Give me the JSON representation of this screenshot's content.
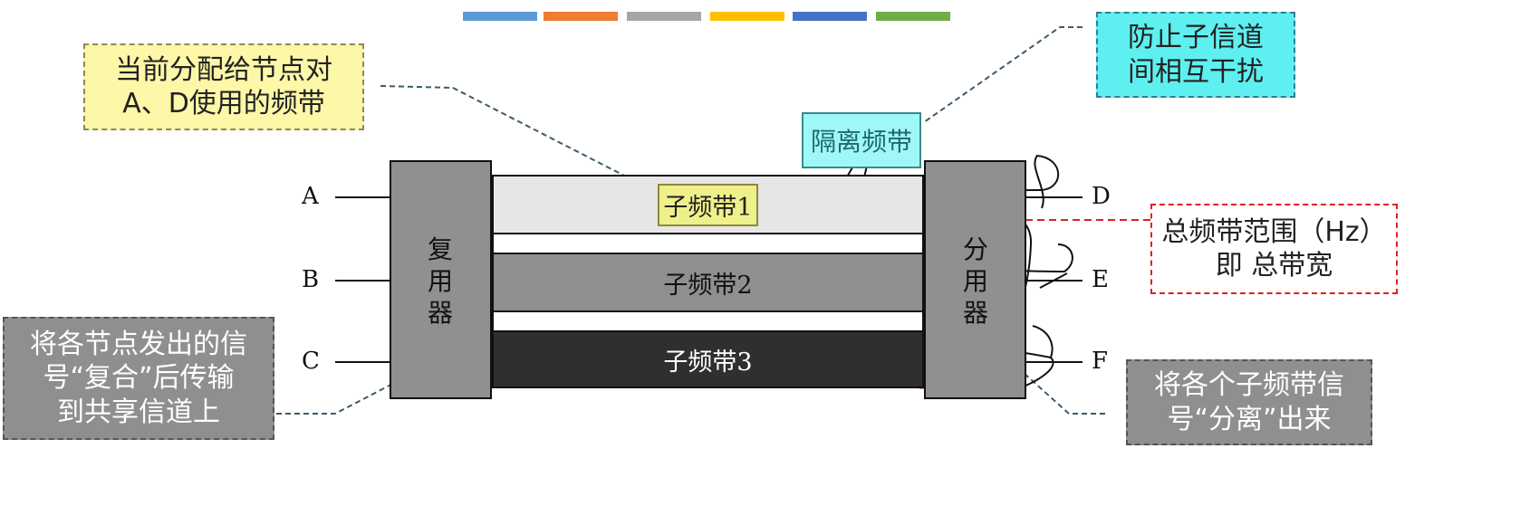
{
  "legend_colors": [
    "#5b9bd5",
    "#ed7d31",
    "#a5a5a5",
    "#ffc000",
    "#4472c4",
    "#70ad47"
  ],
  "nodes_left": [
    "A",
    "B",
    "C"
  ],
  "nodes_right": [
    "D",
    "E",
    "F"
  ],
  "multiplexer": {
    "chars": [
      "复",
      "用",
      "器"
    ]
  },
  "demultiplexer": {
    "chars": [
      "分",
      "用",
      "器"
    ]
  },
  "bands": {
    "band1": "子频带1",
    "band2": "子频带2",
    "band3": "子频带3"
  },
  "isolation_label": "隔离频带",
  "callouts": {
    "assigned_band": {
      "line1": "当前分配给节点对",
      "line2": "A、D使用的频带"
    },
    "prevent_interference": {
      "line1": "防止子信道",
      "line2": "间相互干扰"
    },
    "total_bandwidth": {
      "line1": "总频带范围（Hz）",
      "line2": "即 总带宽"
    },
    "combine": {
      "line1": "将各节点发出的信",
      "line2": "号“复合”后传输",
      "line3": "到共享信道上"
    },
    "separate": {
      "line1": "将各个子频带信",
      "line2": "号“分离”出来"
    }
  }
}
